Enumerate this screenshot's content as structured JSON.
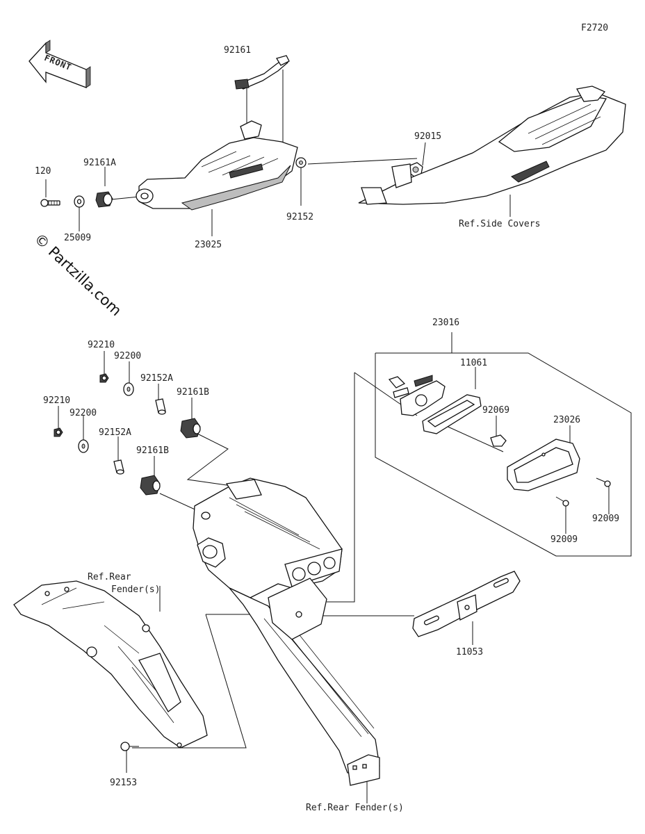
{
  "figure_id": "F2720",
  "watermark": "© Partzilla.com",
  "front_arrow": {
    "label": "FRONT"
  },
  "part_labels": {
    "p92161": "92161",
    "p120": "120",
    "p92161A": "92161A",
    "p25009": "25009",
    "p23025": "23025",
    "p92152": "92152",
    "p92015": "92015",
    "p23016": "23016",
    "p92210_a": "92210",
    "p92200_a": "92200",
    "p92152A_a": "92152A",
    "p92161B_a": "92161B",
    "p92210_b": "92210",
    "p92200_b": "92200",
    "p92152A_b": "92152A",
    "p92161B_b": "92161B",
    "p11061": "11061",
    "p92069": "92069",
    "p23026": "23026",
    "p92009_a": "92009",
    "p92009_b": "92009",
    "p11053": "11053",
    "p92153": "92153"
  },
  "ref_labels": {
    "side_covers": "Ref.Side Covers",
    "rear_fender_line1": "Ref.Rear",
    "rear_fender_line2": "Fender(s)",
    "rear_fender_bottom": "Ref.Rear Fender(s)"
  }
}
